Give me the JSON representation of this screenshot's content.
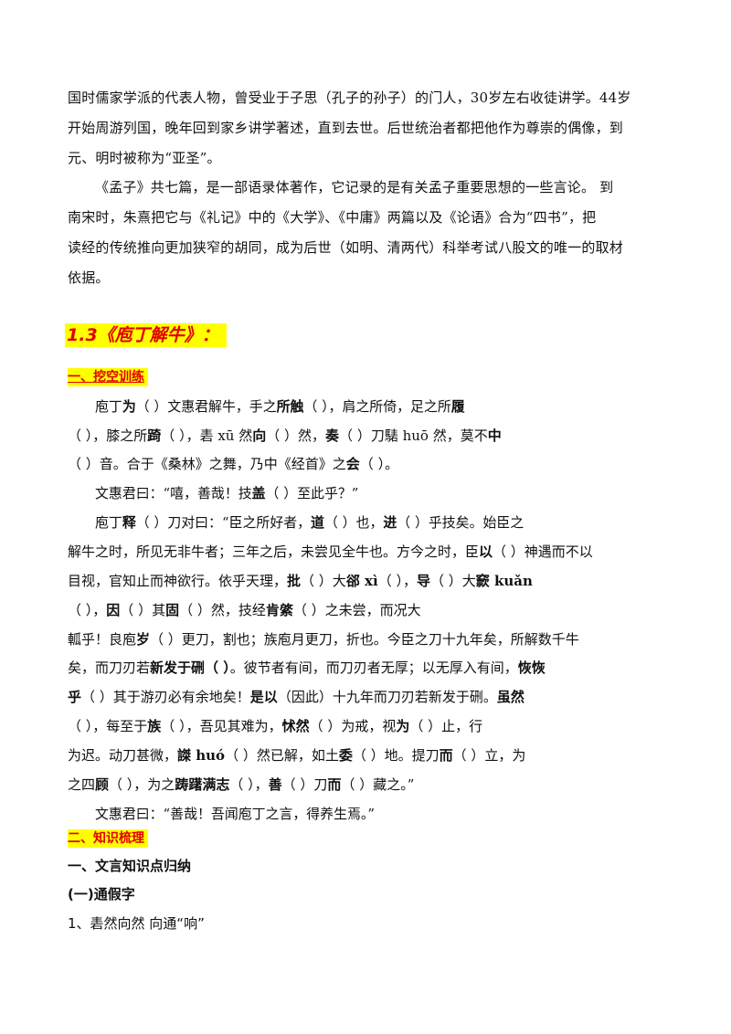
{
  "intro": {
    "p1_lines": [
      "国时儒家学派的代表人物，曾受业于子思（孔子的孙子）的门人，30岁左右收徒讲学。44岁",
      "开始周游列国，晚年回到家乡讲学著述，直到去世。后世统治者都把他作为尊崇的偶像，到",
      "元、明时被称为“亚圣”。"
    ],
    "p2_lines": [
      "《孟子》共七篇，是一部语录体著作，它记录的是有关孟子重要思想的一些言论。    到",
      "南宋时，朱熹把它与《礼记》中的《大学》、《中庸》两篇以及《论语》合为“四书”，把",
      "读经的传统推向更加狭窄的胡同，成为后世（如明、清两代）科举考试八股文的唯一的取材",
      "依据。"
    ]
  },
  "lesson_title": "1.3《庖丁解牛》：",
  "section_fill": "一、挖空训练",
  "text": {
    "l1": [
      "庖丁",
      "为",
      "（      ）文惠君解牛，手之",
      "所触",
      "（              ），肩之所倚，足之所",
      "履"
    ],
    "l2": [
      "（      ），膝之所",
      "踦",
      "（      ），砉 xū 然",
      "向",
      "（      ）然，",
      "奏",
      "（    ）刀騞 huō 然，莫不",
      "中"
    ],
    "l3": [
      "（      ）音。合于《桑林》之舞，乃中《经首》之",
      "会",
      "（      ）。"
    ],
    "l4": "文惠君曰：“嘻，善哉！技",
    "l4b": "盖",
    "l4c": "（      ）至此乎？”",
    "l5": [
      "庖丁",
      "释",
      "（      ）刀对曰：“臣之所好者，",
      "道",
      "（      ）也，",
      "进",
      "（      ）乎技矣。始臣之"
    ],
    "l6": "解牛之时，所见无非牛者；三年之后，未尝见全牛也。方今之时，臣",
    "l6b": "以",
    "l6c": "（      ）神遇而不以",
    "l7": [
      "目视，官知止而神欲行。依乎天理，",
      "批",
      "（      ）大",
      "郤 xì",
      "（      ），",
      "导",
      "（      ）大",
      "窾 kuǎn"
    ],
    "l8": [
      "（      ），",
      "因",
      "（      ）其",
      "固",
      "（      ）然，技经",
      "肯綮",
      "（                  ）之未尝，而况大"
    ],
    "l9": [
      "軱乎！良庖",
      "岁",
      "（      ）更刀，割也；族庖月更刀，折也。今臣之刀十九年矣，所解数千牛"
    ],
    "l10": [
      "矣，而刀刃若",
      "新发于硎（          ）",
      "。彼节者有间，而刀刃者无厚；以无厚入有间，",
      "恢恢"
    ],
    "l11": [
      "乎",
      "（      ）其于游刃必有余地矣！",
      "是以",
      "（因此）十九年而刀刃若新发于硎。",
      "虽然"
    ],
    "l12": [
      "（      ），每至于",
      "族",
      "（      ），吾见其难为，",
      "怵然",
      "（      ）为戒，视",
      "为",
      "（      ）止，行"
    ],
    "l13": [
      "为迟。动刀甚微，",
      "謋 huó",
      "（      ）然已解，如土",
      "委",
      "（      ）地。提刀",
      "而",
      "（      ）立，为"
    ],
    "l14": [
      "之四",
      "顾",
      "（      ），为之",
      "踌躇满志",
      "（            ），",
      "善",
      "（      ）刀",
      "而",
      "（      ）藏之。”"
    ],
    "l15": "文惠君曰：“善哉！吾闻庖丁之言，得养生焉。”"
  },
  "section_knowledge": "二、知识梳理",
  "sub1": "一、文言知识点归纳",
  "sub2": "(一)通假字",
  "item1": "1、砉然向然  向通“响”"
}
